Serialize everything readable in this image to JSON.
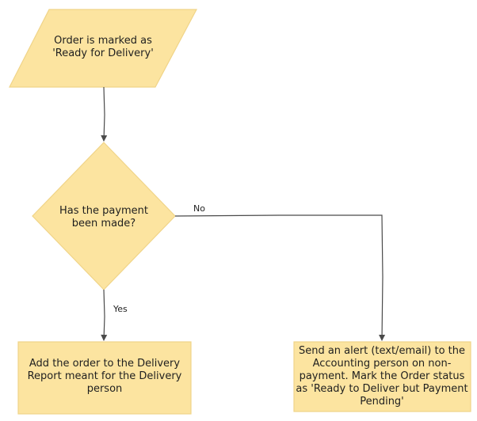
{
  "diagram": {
    "nodes": {
      "start": {
        "shape": "parallelogram",
        "text": "Order is marked as\n'Ready for Delivery'"
      },
      "decision": {
        "shape": "diamond",
        "text": "Has the payment\nbeen made?"
      },
      "yes_box": {
        "shape": "rectangle",
        "text": "Add the order to the Delivery\nReport meant for the Delivery\nperson"
      },
      "no_box": {
        "shape": "rectangle",
        "text": "Send an alert (text/email) to the\nAccounting person on non-\npayment. Mark the Order status\nas 'Ready to Deliver but Payment\nPending'"
      }
    },
    "edges": {
      "yes_label": "Yes",
      "no_label": "No"
    },
    "colors": {
      "fill": "#fce4a0",
      "stroke": "#f0d488",
      "line": "#4a4a4a"
    }
  }
}
